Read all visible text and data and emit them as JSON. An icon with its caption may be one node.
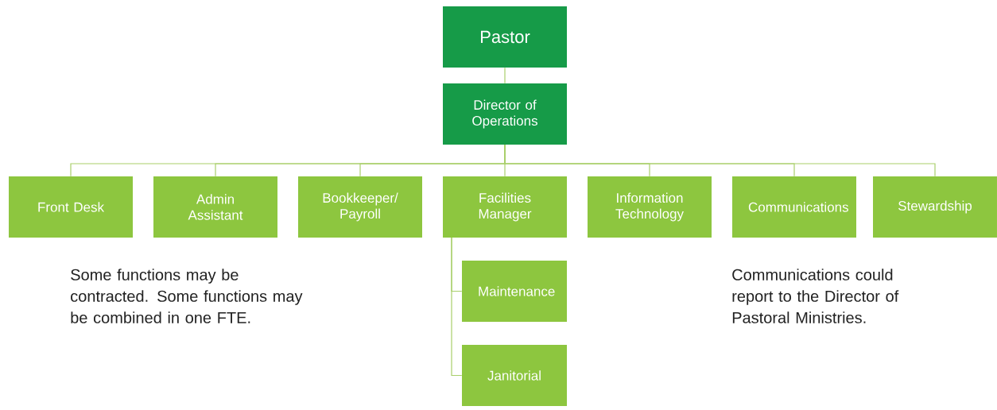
{
  "diagram": {
    "nodes": [
      {
        "text": [
          "Pastor"
        ]
      },
      {
        "text": [
          "Director of Operations"
        ]
      },
      {
        "text": [
          "Front Desk"
        ]
      },
      {
        "text": [
          "Admin Assistant"
        ]
      },
      {
        "text": [
          "Bookkeeper/ Payroll"
        ]
      },
      {
        "text": [
          "Facilities Manager"
        ]
      },
      {
        "text": [
          "Information Technology"
        ]
      },
      {
        "text": [
          "Communications"
        ]
      },
      {
        "text": [
          "Stewardship"
        ]
      },
      {
        "text": [
          "Maintenance"
        ]
      },
      {
        "text": [
          "Janitorial"
        ]
      }
    ],
    "edges": [
      {
        "from": 0,
        "to": 1,
        "arrow": "none"
      },
      {
        "from": 1,
        "to": 2,
        "arrow": "none"
      },
      {
        "from": 1,
        "to": 3,
        "arrow": "none"
      },
      {
        "from": 1,
        "to": 4,
        "arrow": "none"
      },
      {
        "from": 1,
        "to": 5,
        "arrow": "none"
      },
      {
        "from": 1,
        "to": 6,
        "arrow": "none"
      },
      {
        "from": 1,
        "to": 7,
        "arrow": "none"
      },
      {
        "from": 1,
        "to": 8,
        "arrow": "none"
      },
      {
        "from": 5,
        "to": 9,
        "arrow": "none"
      },
      {
        "from": 5,
        "to": 10,
        "arrow": "none"
      }
    ],
    "labels": [
      "Some functions may be contracted. Some functions may be combined in one FTE.",
      "Communications could report to the Director of Pastoral Ministries."
    ]
  }
}
